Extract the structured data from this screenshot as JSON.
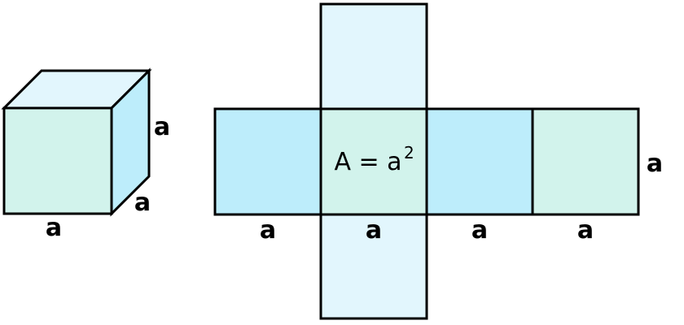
{
  "colors": {
    "pale_blue": "#e2f6fd",
    "sky_blue": "#bdedfb",
    "mint": "#d2f3ec",
    "outline": "#000000",
    "background": "#ffffff"
  },
  "cube": {
    "edge_labels": {
      "bottom": "a",
      "depth": "a",
      "height": "a"
    }
  },
  "net": {
    "center_label": "A = a",
    "center_exponent": "2",
    "bottom_labels": [
      "a",
      "a",
      "a",
      "a"
    ],
    "right_label": "a"
  }
}
